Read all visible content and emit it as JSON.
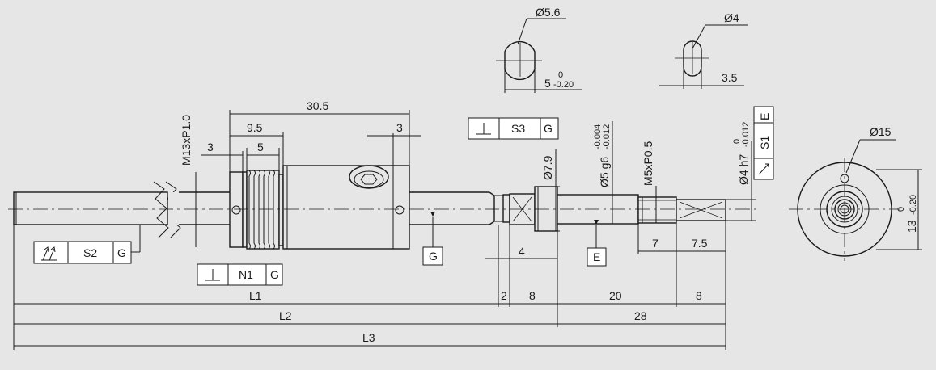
{
  "dimensions": {
    "thread_main": "M13xP1.0",
    "d305": "30.5",
    "d95": "9.5",
    "d3_left": "3",
    "d5_left": "5",
    "d3_right": "3",
    "dia79": "Ø7.9",
    "dia5g6_main": "Ø5 g6",
    "dia5g6_tol": "(-0.004/-0.012)",
    "dia5g6_tol_upper": "-0.004",
    "dia5g6_tol_lower": "-0.012",
    "thread_m5": "M5xP0.5",
    "dia4h7_main": "Ø4 h7",
    "dia4h7_tol": "(0/-0.012)",
    "dia4h7_tol_upper": "0",
    "dia4h7_tol_lower": "-0.012",
    "d4": "4",
    "d7": "7",
    "d75": "7.5",
    "d2": "2",
    "d8a": "8",
    "d20": "20",
    "d8b": "8",
    "d28": "28",
    "L1": "L1",
    "L2": "L2",
    "L3": "L3",
    "dia56": "Ø5.6",
    "d5_main": "5",
    "d5_tol_upper": "0",
    "d5_tol_lower": "-0.20",
    "dia4_small": "Ø4",
    "d35": "3.5",
    "dia15": "Ø15",
    "d13_main": "13",
    "d13_tol_upper": "0",
    "d13_tol_lower": "-0.20"
  },
  "tolerance_frames": {
    "s2": {
      "symbol": "runout-total-icon",
      "ref": "S2",
      "datum": "G"
    },
    "n1": {
      "symbol": "perpendicularity-icon",
      "ref": "N1",
      "datum": "G"
    },
    "s3": {
      "symbol": "perpendicularity-icon",
      "ref": "S3",
      "datum": "G"
    },
    "s1": {
      "symbol": "runout-circular-icon",
      "ref": "S1",
      "datum": "E"
    }
  },
  "datums": {
    "g": "G",
    "e": "E"
  }
}
